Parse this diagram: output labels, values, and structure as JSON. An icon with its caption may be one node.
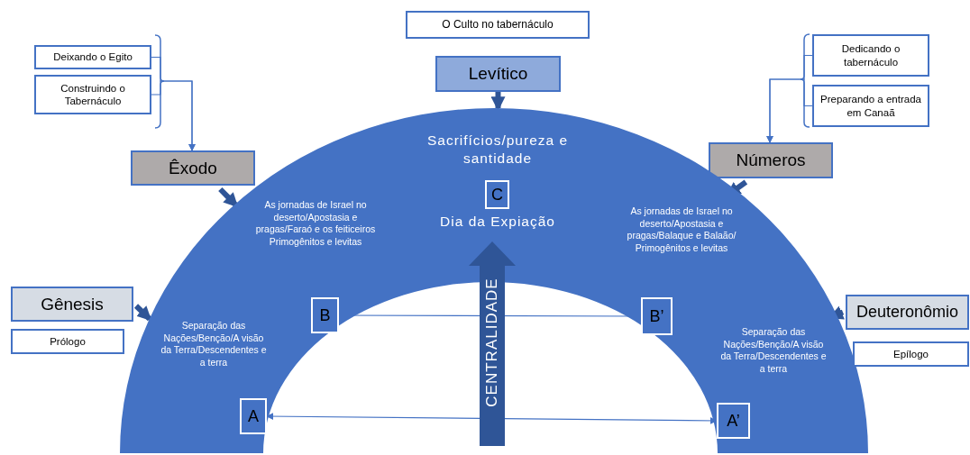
{
  "diagram": {
    "nodes": [
      {
        "text": [
          "O Culto no tabernáculo"
        ]
      },
      {
        "text": [
          "Deixando o Egito"
        ]
      },
      {
        "text": [
          "Construindo o Tabernáculo"
        ]
      },
      {
        "text": [
          "Levítico"
        ]
      },
      {
        "text": [
          "Dedicando o tabernáculo"
        ]
      },
      {
        "text": [
          "Preparando a entrada em Canaã"
        ]
      },
      {
        "text": [
          "Êxodo"
        ]
      },
      {
        "text": [
          "Números"
        ]
      },
      {
        "text": [],
        "shape": "arch"
      },
      {
        "text": [
          "Gênesis"
        ]
      },
      {
        "text": [
          "Prólogo"
        ]
      },
      {
        "text": [
          "Deuteronômio"
        ]
      },
      {
        "text": [
          "Epílogo"
        ]
      },
      {
        "text": [
          "A"
        ],
        "in": 8
      },
      {
        "text": [
          "B"
        ],
        "in": 8
      },
      {
        "text": [
          "C"
        ],
        "in": 8
      },
      {
        "text": [
          "B’"
        ],
        "in": 8
      },
      {
        "text": [
          "A’"
        ],
        "in": 8
      }
    ],
    "edges": [
      {
        "from": 1,
        "to": 6,
        "arrow": "to"
      },
      {
        "from": 2,
        "to": 6,
        "arrow": "to"
      },
      {
        "from": 4,
        "to": 7,
        "arrow": "to"
      },
      {
        "from": 5,
        "to": 7,
        "arrow": "to"
      },
      {
        "from": 3,
        "to": 8,
        "arrow": "to",
        "style": "thick"
      },
      {
        "from": 6,
        "to": 8,
        "arrow": "to",
        "style": "thick"
      },
      {
        "from": 7,
        "to": 8,
        "arrow": "to",
        "style": "thick"
      },
      {
        "from": 9,
        "to": 8,
        "arrow": "to",
        "style": "thick"
      },
      {
        "from": 11,
        "to": 8,
        "arrow": "to",
        "style": "thick"
      },
      {
        "from": 14,
        "to": 16,
        "arrow": "both"
      },
      {
        "from": 13,
        "to": 17,
        "arrow": "both"
      }
    ],
    "labels": [
      "Sacrifícios/pureza e santidade",
      "As jornadas de Israel no deserto/Apostasia e pragas/Faraó e os feiticeiros Primogênitos e levitas",
      "Dia da Expiação",
      "As jornadas de Israel no deserto/Apostasia e pragas/Balaque e Balaão/ Primogênitos e levitas",
      "Separação das Nações/Benção/A visão da Terra/Descendentes e a terra",
      "Separação das Nações/Benção/A visão da Terra/Descendentes e a terra",
      "CENTRALIDADE"
    ]
  }
}
